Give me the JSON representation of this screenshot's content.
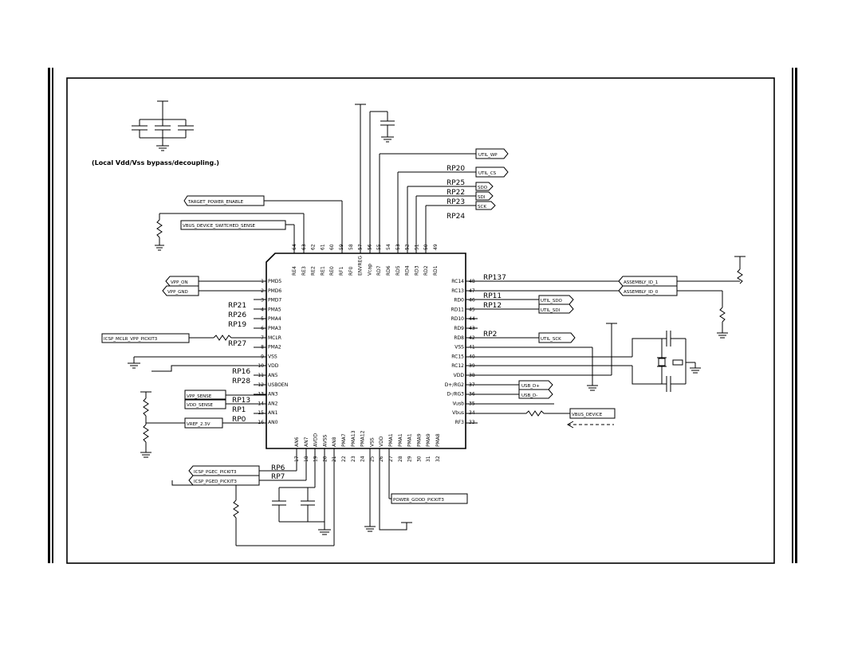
{
  "caption": "(Local Vdd/Vss bypass/decoupling.)",
  "pins_left": [
    {
      "num": "1",
      "name": "PMD5"
    },
    {
      "num": "2",
      "name": "PMD6"
    },
    {
      "num": "3",
      "name": "PMD7"
    },
    {
      "num": "4",
      "name": "PMA5"
    },
    {
      "num": "5",
      "name": "PMA4"
    },
    {
      "num": "6",
      "name": "PMA3"
    },
    {
      "num": "7",
      "name": "MCLR"
    },
    {
      "num": "8",
      "name": "PMA2"
    },
    {
      "num": "9",
      "name": "VSS"
    },
    {
      "num": "10",
      "name": "VDD"
    },
    {
      "num": "11",
      "name": "AN5"
    },
    {
      "num": "12",
      "name": "USBOEN"
    },
    {
      "num": "13",
      "name": "AN3"
    },
    {
      "num": "14",
      "name": "AN2"
    },
    {
      "num": "15",
      "name": "AN1"
    },
    {
      "num": "16",
      "name": "AN0"
    }
  ],
  "pins_right": [
    {
      "num": "48",
      "name": "RC14"
    },
    {
      "num": "47",
      "name": "RC13"
    },
    {
      "num": "46",
      "name": "RD0"
    },
    {
      "num": "45",
      "name": "RD11"
    },
    {
      "num": "44",
      "name": "RD10"
    },
    {
      "num": "43",
      "name": "RD9"
    },
    {
      "num": "42",
      "name": "RD8"
    },
    {
      "num": "41",
      "name": "VSS"
    },
    {
      "num": "40",
      "name": "RC15"
    },
    {
      "num": "39",
      "name": "RC12"
    },
    {
      "num": "38",
      "name": "VDD"
    },
    {
      "num": "37",
      "name": "D+/RG2"
    },
    {
      "num": "36",
      "name": "D-/RG3"
    },
    {
      "num": "35",
      "name": "Vusb"
    },
    {
      "num": "34",
      "name": "Vbus"
    },
    {
      "num": "33",
      "name": "RF3"
    }
  ],
  "pins_top": [
    {
      "num": "64",
      "name": "RE4"
    },
    {
      "num": "63",
      "name": "RE3"
    },
    {
      "num": "62",
      "name": "RE2"
    },
    {
      "num": "61",
      "name": "RE1"
    },
    {
      "num": "60",
      "name": "RE0"
    },
    {
      "num": "59",
      "name": "RF1"
    },
    {
      "num": "58",
      "name": "RF0"
    },
    {
      "num": "57",
      "name": "ENVREG"
    },
    {
      "num": "56",
      "name": "Vcap"
    },
    {
      "num": "55",
      "name": "RD7"
    },
    {
      "num": "54",
      "name": "RD6"
    },
    {
      "num": "53",
      "name": "RD5"
    },
    {
      "num": "52",
      "name": "RD4"
    },
    {
      "num": "51",
      "name": "RD3"
    },
    {
      "num": "50",
      "name": "RD2"
    },
    {
      "num": "49",
      "name": "RD1"
    }
  ],
  "pins_bottom": [
    {
      "num": "17",
      "name": "AN6"
    },
    {
      "num": "18",
      "name": "AN7"
    },
    {
      "num": "19",
      "name": "AVDD"
    },
    {
      "num": "20",
      "name": "AVSS"
    },
    {
      "num": "21",
      "name": "AN8"
    },
    {
      "num": "22",
      "name": "PMA7"
    },
    {
      "num": "23",
      "name": "PMA13"
    },
    {
      "num": "24",
      "name": "PMA12"
    },
    {
      "num": "25",
      "name": "VSS"
    },
    {
      "num": "26",
      "name": "VDD"
    },
    {
      "num": "27",
      "name": "PMA1"
    },
    {
      "num": "28",
      "name": "PMA1"
    },
    {
      "num": "29",
      "name": "PMA1"
    },
    {
      "num": "30",
      "name": "PMA9"
    },
    {
      "num": "31",
      "name": "PMA9"
    },
    {
      "num": "32",
      "name": "PMA8"
    }
  ],
  "nets": {
    "target_power_enable": "TARGET_POWER_ENABLE",
    "vbus_device_switched_sense": "VBUS_DEVICE_SWITCHED_SENSE",
    "util_wp": "UTIL_WP",
    "util_cs": "UTIL_CS",
    "sdo": "SDO",
    "sdi": "SDI",
    "sck": "SCK",
    "vpp_on": "VPP_ON",
    "vpp_gnd": "VPP_GND",
    "icsp_mclr": "ICSP_MCLR_VPP_PICKIT3",
    "vpp_sense": "VPP_SENSE",
    "vdd_sense": "VDD_SENSE",
    "vref": "VREF_2.3V",
    "icsp_pgec": "ICSP_PGEC_PICKIT3",
    "icsp_pged": "ICSP_PGED_PICKIT3",
    "power_good": "POWER_GOOD_PICKIT3",
    "assembly_id_1": "ASSEMBLY_ID_1",
    "assembly_id_0": "ASSEMBLY_ID_0",
    "util_sdo": "UTIL_SDO",
    "util_sdi": "UTIL_SDI",
    "util_sck": "UTIL_SCK",
    "usb_dp": "USB_D+",
    "usb_dm": "USB_D-",
    "vbus_device": "VBUS_DEVICE"
  },
  "refs": {
    "rp20": "RP20",
    "rp25": "RP25",
    "rp22": "RP22",
    "rp23": "RP23",
    "rp24": "RP24",
    "rp21": "RP21",
    "rp26": "RP26",
    "rp19": "RP19",
    "rp27": "RP27",
    "rp16": "RP16",
    "rp28": "RP28",
    "rp13": "RP13",
    "rp1": "RP1",
    "rp0": "RP0",
    "rp137": "RP137",
    "rp11": "RP11",
    "rp12": "RP12",
    "rp2": "RP2",
    "rp6": "RP6",
    "rp7": "RP7"
  }
}
